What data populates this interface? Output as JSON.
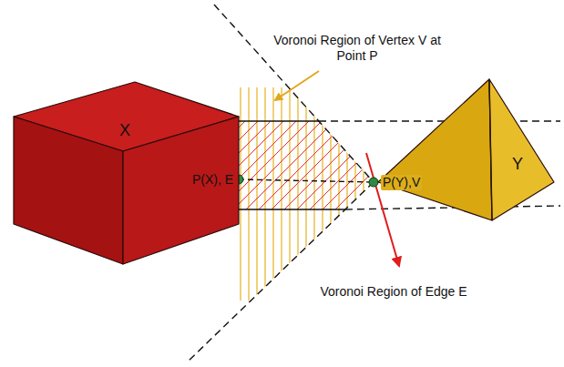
{
  "diagram": {
    "nodes": [
      {
        "text": [
          "X"
        ]
      },
      {
        "text": [
          "Y"
        ]
      }
    ],
    "labels": [
      "Voronoi Region of Vertex V at Point P",
      "P(X), E",
      "P(Y),V",
      "Voronoi Region of Edge E"
    ]
  }
}
